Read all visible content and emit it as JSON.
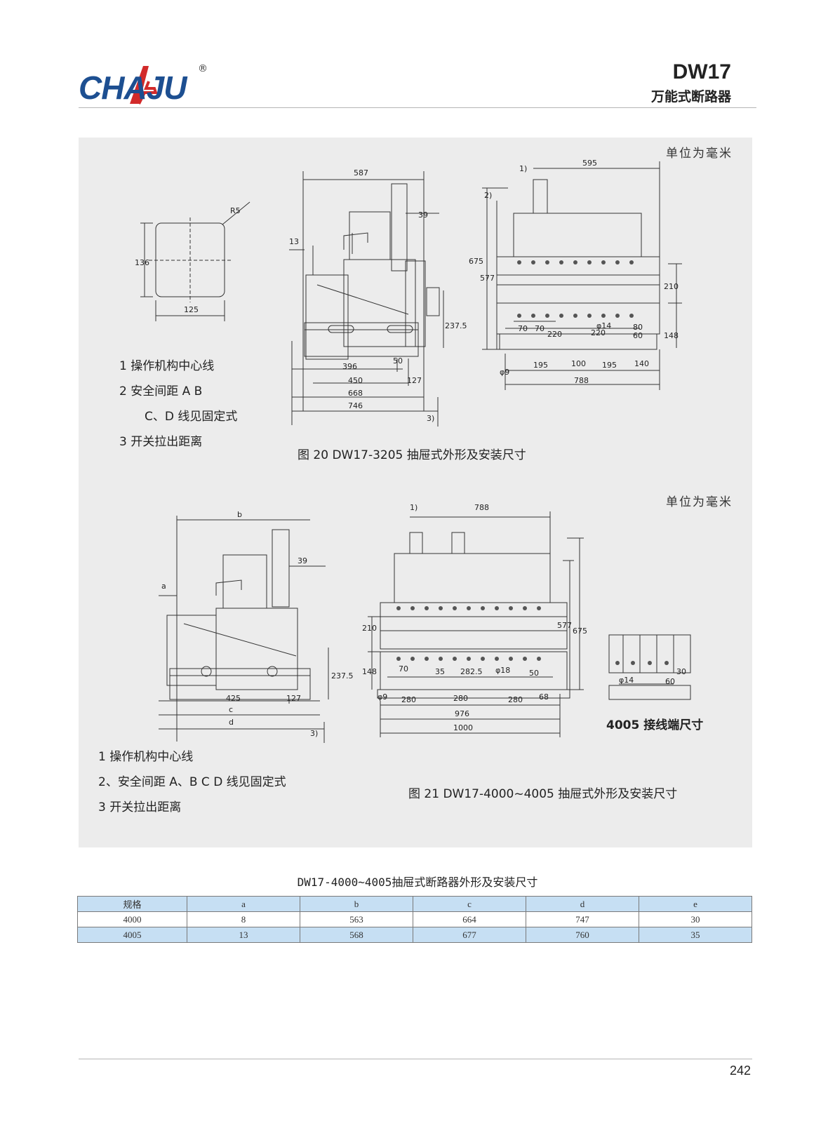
{
  "header": {
    "logo_text": "CHAJU",
    "registered_mark": "®",
    "model": "DW17",
    "product_name": "万能式断路器"
  },
  "figure20": {
    "unit_note": "单位为毫米",
    "caption": "图 20   DW17-3205 抽屉式外形及安装尺寸",
    "legend": [
      "1   操作机构中心线",
      "2   安全间距 A   B",
      "C、D 线见固定式",
      "3   开关拉出距离"
    ],
    "dims": {
      "radius": "R5",
      "h136": "136",
      "w125": "125",
      "d587": "587",
      "d39": "39",
      "d13": "13",
      "d237_5": "237.5",
      "d50": "50",
      "d396": "396",
      "d450": "450",
      "d127": "127",
      "d668": "668",
      "d746": "746",
      "n3": "3)",
      "n1": "1)",
      "n2": "2)",
      "d595": "595",
      "d675": "675",
      "d577": "577",
      "d210": "210",
      "d148": "148",
      "d70a": "70",
      "d70b": "70",
      "d220a": "220",
      "d220b": "220",
      "phi14": "φ14",
      "d80": "80",
      "d60": "60",
      "phi9": "φ9",
      "d195a": "195",
      "d100": "100",
      "d195b": "195",
      "d140": "140",
      "d788": "788"
    }
  },
  "figure21": {
    "unit_note": "单位为毫米",
    "caption": "图 21   DW17-4000~4005 抽屉式外形及安装尺寸",
    "terminal_label": "4005 接线端尺寸",
    "legend": [
      "1   操作机构中心线",
      "2、安全间距 A、B   C   D 线见固定式",
      "3   开关拉出距离"
    ],
    "dims": {
      "b": "b",
      "a": "a",
      "d39": "39",
      "d237_5": "237.5",
      "d425": "425",
      "d127": "127",
      "c": "c",
      "d": "d",
      "n3": "3)",
      "n1": "1)",
      "d788": "788",
      "d577": "577",
      "d675": "675",
      "d210": "210",
      "d148": "148",
      "d70": "70",
      "d35": "35",
      "d282_5": "282.5",
      "phi18": "φ18",
      "d50": "50",
      "phi9": "φ9",
      "d280a": "280",
      "d280b": "280",
      "d280c": "280",
      "d68": "68",
      "d976": "976",
      "d1000": "1000",
      "phi14": "φ14",
      "d30": "30",
      "d60": "60"
    }
  },
  "spec_table": {
    "title": "DW17-4000~4005抽屉式断路器外形及安装尺寸",
    "headers": [
      "规格",
      "a",
      "b",
      "c",
      "d",
      "e"
    ],
    "rows": [
      [
        "4000",
        "8",
        "563",
        "664",
        "747",
        "30"
      ],
      [
        "4005",
        "13",
        "568",
        "677",
        "760",
        "35"
      ]
    ]
  },
  "footer": {
    "page_number": "242"
  },
  "colors": {
    "brand_blue": "#1d4f91",
    "brand_red": "#d22a2a",
    "panel_bg": "#ececec",
    "table_highlight": "#c6dff3"
  }
}
